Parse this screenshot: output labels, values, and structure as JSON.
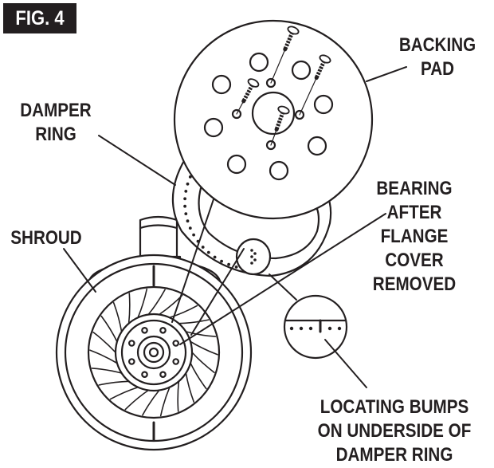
{
  "figure": {
    "tag": "FIG. 4",
    "labels": {
      "backing_pad": [
        "BACKING",
        "PAD"
      ],
      "damper_ring": [
        "DAMPER",
        "RING"
      ],
      "bearing": [
        "BEARING",
        "AFTER",
        "FLANGE",
        "COVER",
        "REMOVED"
      ],
      "shroud": [
        "SHROUD"
      ],
      "locating_bumps": [
        "LOCATING BUMPS",
        "ON UNDERSIDE OF",
        "DAMPER RING"
      ]
    }
  },
  "colors": {
    "ink": "#231f20",
    "paper": "#ffffff"
  },
  "parts": [
    "backing-pad",
    "damper-ring",
    "shroud",
    "impeller",
    "bearing",
    "screws",
    "locating-bumps-detail"
  ]
}
